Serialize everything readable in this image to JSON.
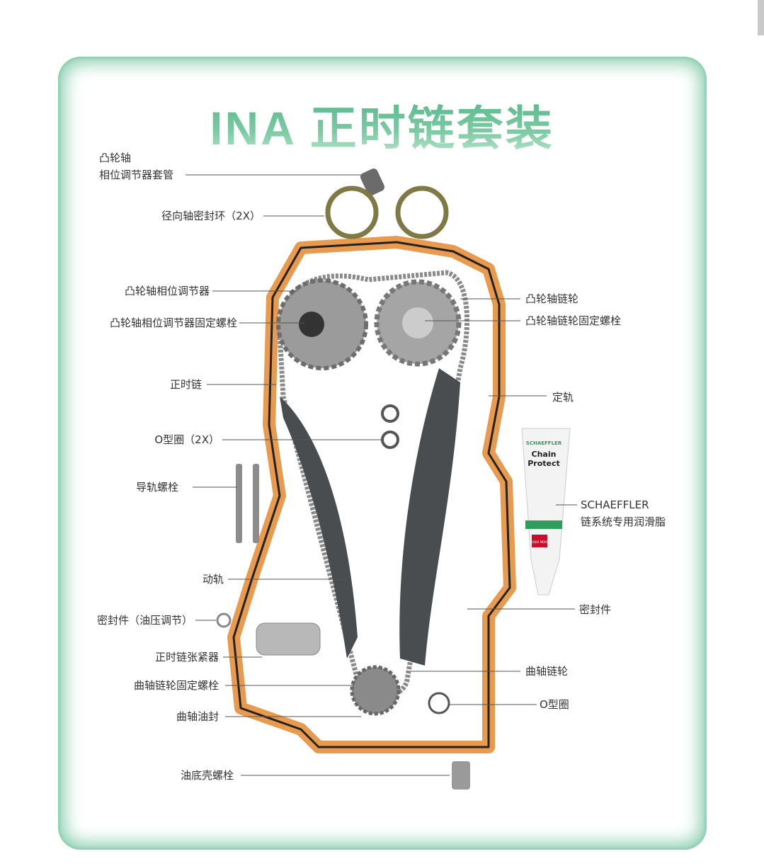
{
  "title": "INA 正时链套装",
  "colors": {
    "title_green": "#5cba8f",
    "gasket_orange": "#e89a4f",
    "frame_green": "#8fd1b2",
    "label_text": "#333333"
  },
  "labels_left": [
    {
      "line1": "凸轮轴",
      "line2": "相位调节器套管"
    },
    {
      "text": "径向轴密封环（2X）"
    },
    {
      "text": "凸轮轴相位调节器"
    },
    {
      "text": "凸轮轴相位调节器固定螺栓"
    },
    {
      "text": "正时链"
    },
    {
      "text": "O型圈（2X）"
    },
    {
      "text": "导轨螺栓"
    },
    {
      "text": "动轨"
    },
    {
      "text": "密封件（油压调节）"
    },
    {
      "text": "正时链张紧器"
    },
    {
      "text": "曲轴链轮固定螺栓"
    },
    {
      "text": "曲轴油封"
    },
    {
      "text": "油底壳螺栓"
    }
  ],
  "labels_right": [
    {
      "text": "凸轮轴链轮"
    },
    {
      "text": "凸轮轴链轮固定螺栓"
    },
    {
      "text": "定轨"
    },
    {
      "line1": "SCHAEFFLER",
      "line2": "链系统专用润滑脂"
    },
    {
      "text": "密封件"
    },
    {
      "text": "曲轴链轮"
    },
    {
      "text": "O型圈"
    }
  ],
  "tube": {
    "brand": "SCHAEFFLER",
    "product_line1": "Chain",
    "product_line2": "Protect",
    "maker": "LIQUI MOLY"
  }
}
